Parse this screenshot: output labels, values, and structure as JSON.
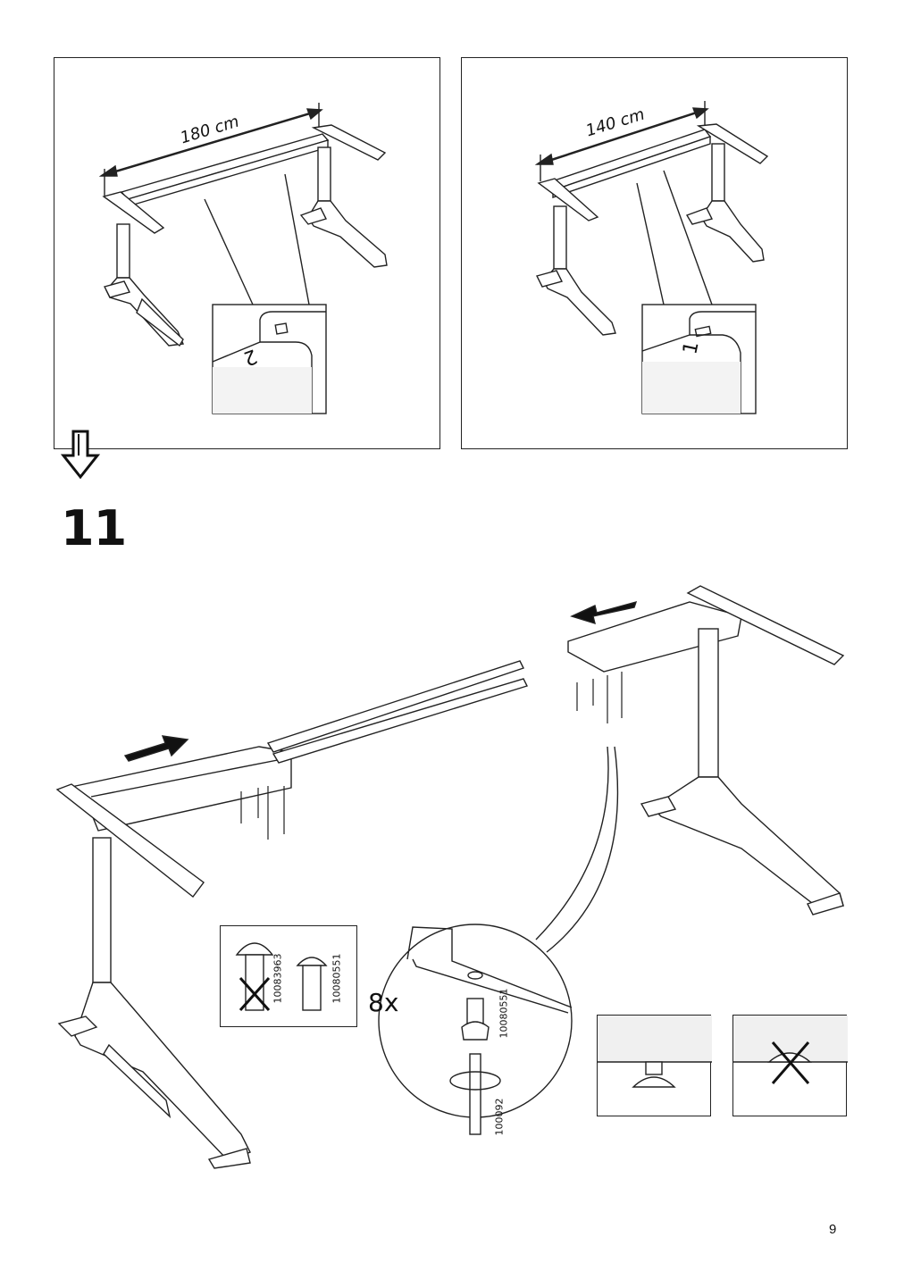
{
  "step": {
    "number": "11"
  },
  "page": {
    "number": "9"
  },
  "width_options": [
    {
      "label": "180 cm",
      "marker": "2"
    },
    {
      "label": "140 cm",
      "marker": "1"
    }
  ],
  "parts": {
    "wrong_screw_code": "10083963",
    "correct_screw_code": "10080551",
    "quantity": "8x",
    "tool_code": "100092"
  },
  "icons": [
    "next-step-arrow-icon",
    "push-direction-arrow-icon",
    "wrong-cross-icon",
    "rotate-arrow-icon"
  ]
}
